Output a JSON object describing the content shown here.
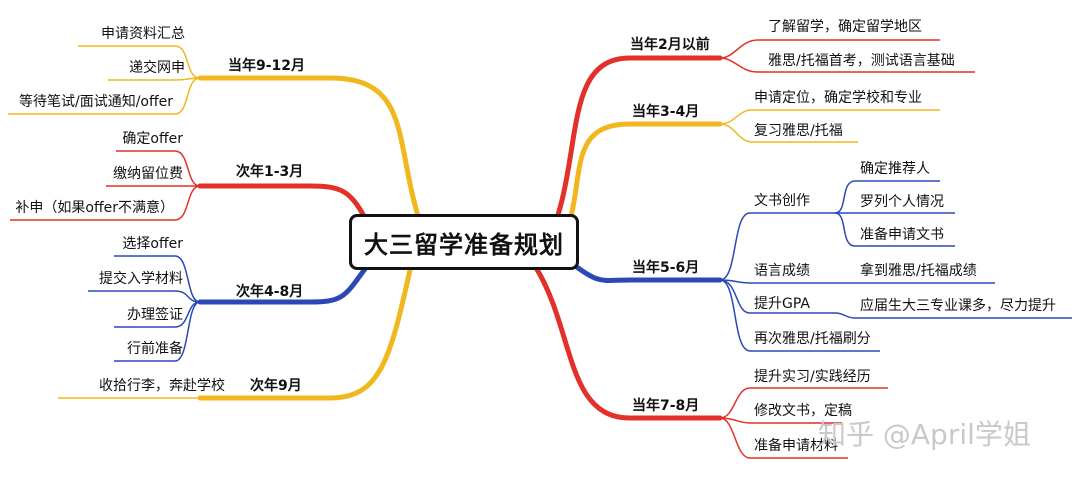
{
  "title": "大三留学准备规划",
  "watermark": "知乎 @April学姐",
  "colors": {
    "red": "#e3302a",
    "yellow": "#f0b81e",
    "blue": "#2b48b8",
    "black": "#111111"
  },
  "right": {
    "b1": {
      "label": "当年2月以前",
      "items": [
        "了解留学，确定留学地区",
        "雅思/托福首考，测试语言基础"
      ]
    },
    "b2": {
      "label": "当年3-4月",
      "items": [
        "申请定位，确定学校和专业",
        "复习雅思/托福"
      ]
    },
    "b3": {
      "label": "当年5-6月",
      "writing": {
        "label": "文书创作",
        "items": [
          "确定推荐人",
          "罗列个人情况",
          "准备申请文书"
        ]
      },
      "lang": {
        "label": "语言成绩",
        "item": "拿到雅思/托福成绩"
      },
      "gpa": {
        "label": "提升GPA",
        "item": "应届生大三专业课多，尽力提升"
      },
      "retake": "再次雅思/托福刷分"
    },
    "b4": {
      "label": "当年7-8月",
      "items": [
        "提升实习/实践经历",
        "修改文书，定稿",
        "准备申请材料"
      ]
    }
  },
  "left": {
    "b1": {
      "label": "当年9-12月",
      "items": [
        "申请资料汇总",
        "递交网申",
        "等待笔试/面试通知/offer"
      ]
    },
    "b2": {
      "label": "次年1-3月",
      "items": [
        "确定offer",
        "缴纳留位费",
        "补申（如果offer不满意）"
      ]
    },
    "b3": {
      "label": "次年4-8月",
      "items": [
        "选择offer",
        "提交入学材料",
        "办理签证",
        "行前准备"
      ]
    },
    "b4": {
      "label": "次年9月",
      "items": [
        "收拾行李，奔赴学校"
      ]
    }
  }
}
